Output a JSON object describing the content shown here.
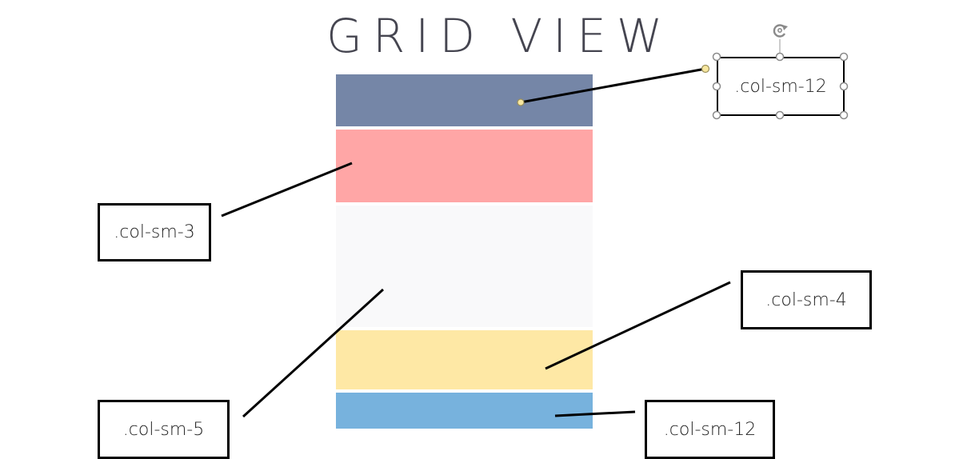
{
  "title": "GRID VIEW",
  "bands": [
    {
      "color": "#7586a7"
    },
    {
      "color": "#ffa6a6"
    },
    {
      "color": "#f9f9fa"
    },
    {
      "color": "#fee8a5"
    },
    {
      "color": "#77b2dd"
    }
  ],
  "labels": {
    "top": ".col-sm-12",
    "sm3": ".col-sm-3",
    "sm4": ".col-sm-4",
    "sm5": ".col-sm-5",
    "sm12_bottom": ".col-sm-12"
  },
  "colors": {
    "title": "#454550",
    "connector": "#000000",
    "handle_fill": "#ffffff",
    "handle_stroke": "#8a8a8a",
    "endpoint_fill": "#f7e7a0",
    "endpoint_stroke": "#9a8f5a"
  },
  "icons": {
    "rotate": "rotate-icon"
  }
}
